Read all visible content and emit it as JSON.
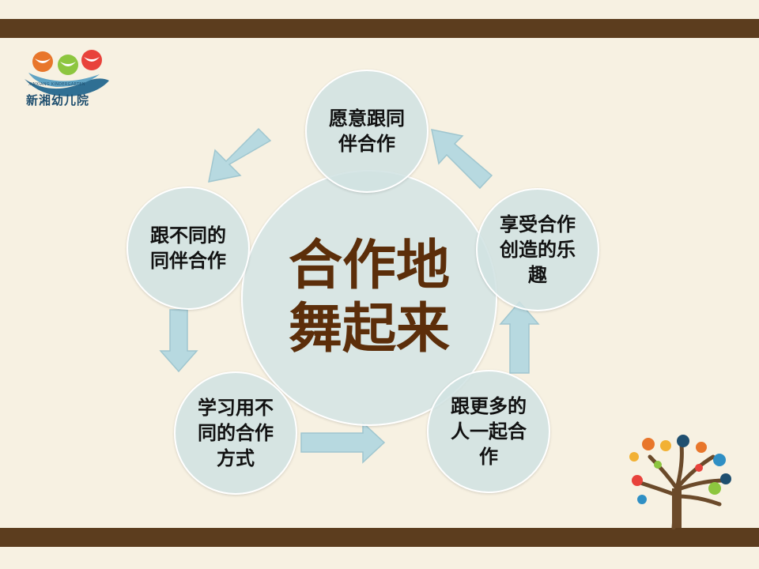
{
  "logo": {
    "name": "新湘幼儿院",
    "subtitle": "XINXIANG KINDERGARTEN"
  },
  "diagram": {
    "center": {
      "line1": "合作地",
      "line2": "舞起来"
    },
    "nodes": [
      {
        "id": "top",
        "text": "愿意跟同伴合作"
      },
      {
        "id": "left",
        "text": "跟不同的同伴合作"
      },
      {
        "id": "right",
        "text": "享受合作创造的乐趣"
      },
      {
        "id": "bottom-left",
        "text": "学习用不同的合作方式"
      },
      {
        "id": "bottom-right",
        "text": "跟更多的人一起合作"
      }
    ]
  },
  "colors": {
    "header_bar": "#5c3d1e",
    "background": "#f7f1e2",
    "circle_fill": "#d0e2e2",
    "arrow_fill": "#b7d9e0",
    "center_text": "#5c2e0a"
  }
}
